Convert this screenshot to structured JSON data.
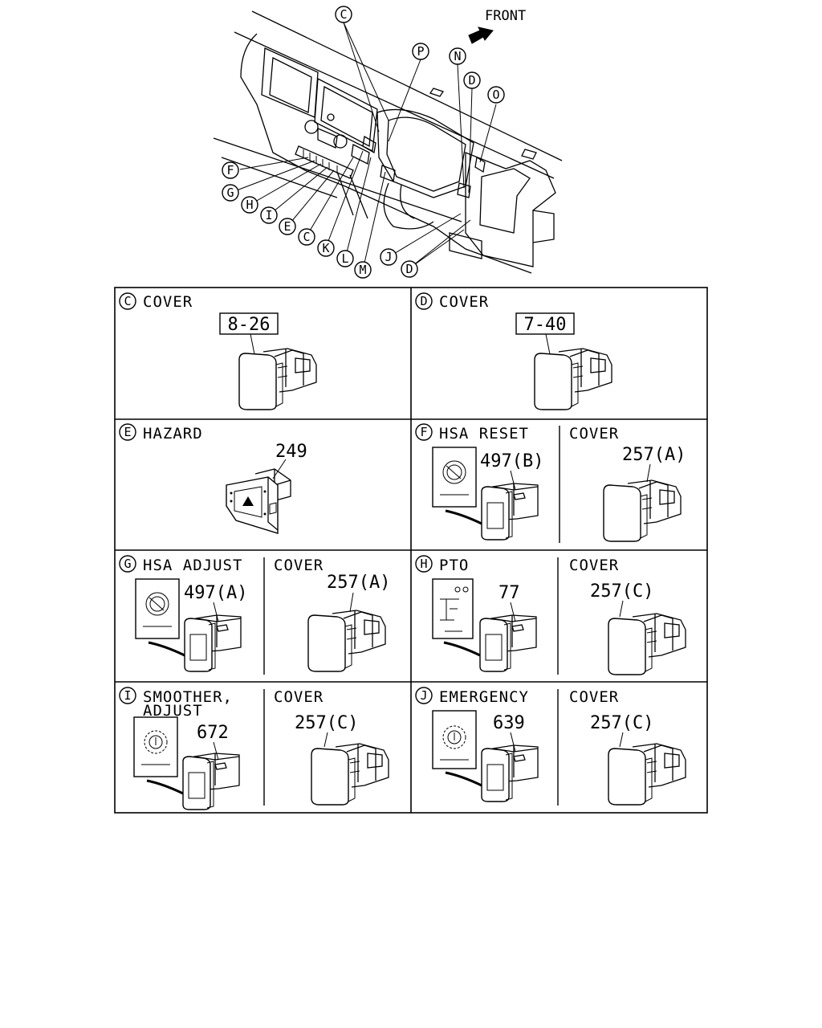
{
  "front_label": "FRONT",
  "callouts": {
    "C": "C",
    "P": "P",
    "N": "N",
    "D": "D",
    "O": "O",
    "F": "F",
    "G": "G",
    "H": "H",
    "I": "I",
    "E": "E",
    "K": "K",
    "L": "L",
    "M": "M",
    "J": "J"
  },
  "panels": {
    "c": {
      "letter": "C",
      "title": "COVER",
      "part": "8-26"
    },
    "d": {
      "letter": "D",
      "title": "COVER",
      "part": "7-40"
    },
    "e": {
      "letter": "E",
      "title": "HAZARD",
      "part": "249"
    },
    "f": {
      "letter": "F",
      "title": "HSA RESET",
      "part": "497(B)",
      "cover_title": "COVER",
      "cover_part": "257(A)"
    },
    "g": {
      "letter": "G",
      "title": "HSA ADJUST",
      "part": "497(A)",
      "cover_title": "COVER",
      "cover_part": "257(A)"
    },
    "h": {
      "letter": "H",
      "title": "PTO",
      "part": "77",
      "cover_title": "COVER",
      "cover_part": "257(C)"
    },
    "i": {
      "letter": "I",
      "title": "SMOOTHER,",
      "title2": "ADJUST",
      "part": "672",
      "cover_title": "COVER",
      "cover_part": "257(C)"
    },
    "j": {
      "letter": "J",
      "title": "EMERGENCY",
      "part": "639",
      "cover_title": "COVER",
      "cover_part": "257(C)"
    }
  }
}
